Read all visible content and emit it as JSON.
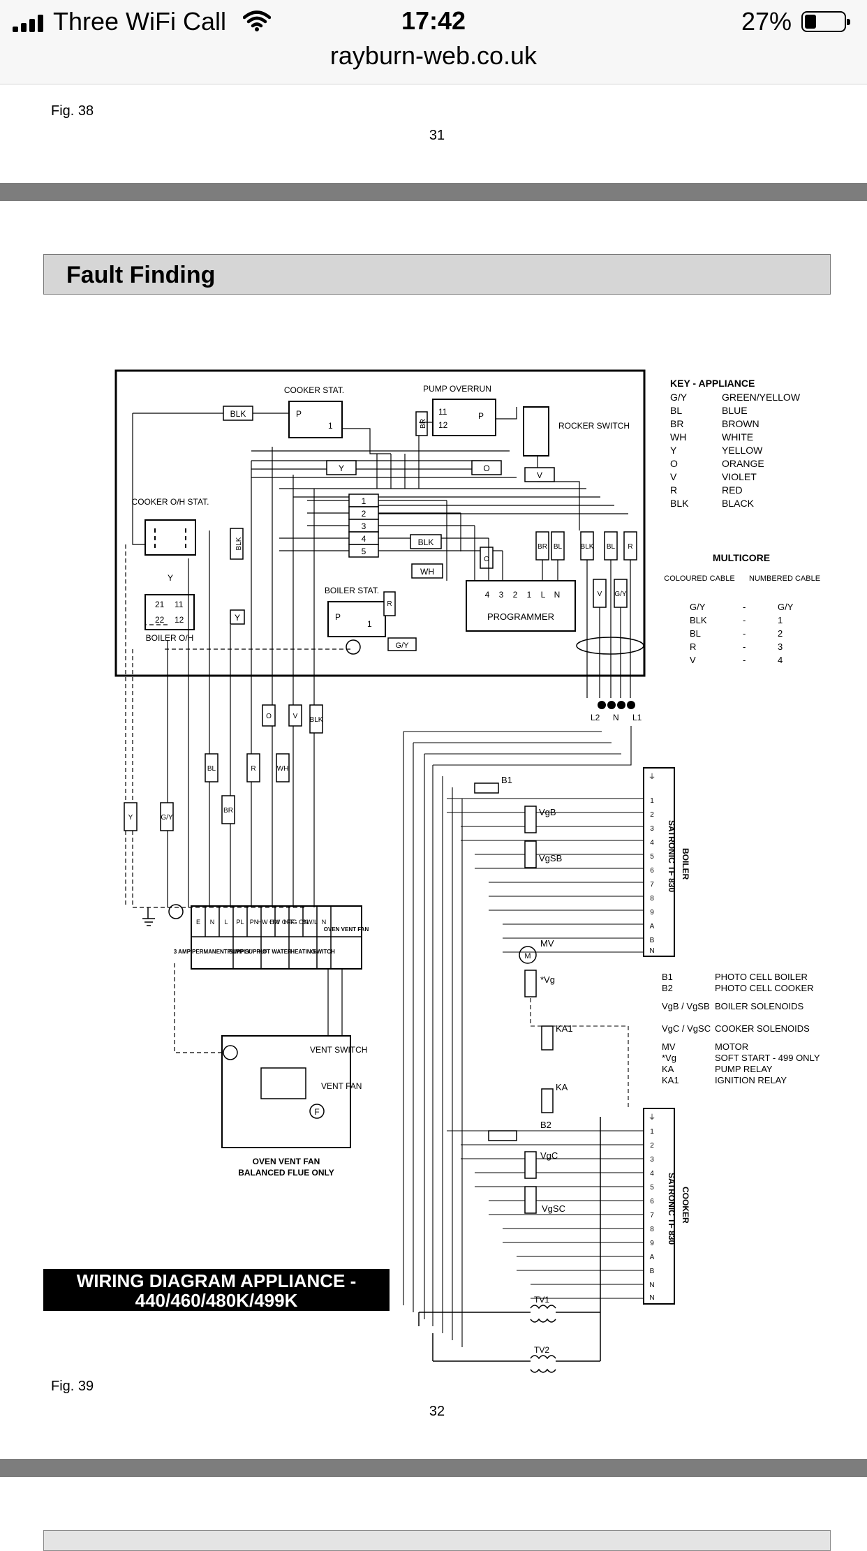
{
  "status_bar": {
    "carrier": "Three WiFi Call",
    "time": "17:42",
    "battery": "27%"
  },
  "url_bar": {
    "url": "rayburn-web.co.uk"
  },
  "page_top": {
    "fig_label": "Fig. 38",
    "page_number": "31"
  },
  "section": {
    "title": "Fault Finding"
  },
  "diagram": {
    "title_line1": "WIRING DIAGRAM APPLIANCE -",
    "title_line2": "440/460/480K/499K",
    "labels": {
      "cooker_stat": "COOKER STAT.",
      "pump_overrun": "PUMP OVERRUN",
      "rocker_switch": "ROCKER SWITCH",
      "cooker_oh_stat": "COOKER O/H STAT.",
      "boiler_stat": "BOILER STAT.",
      "boiler_oh": "BOILER O/H",
      "programmer": "PROGRAMMER",
      "oven_vent_fan": "OVEN VENT FAN",
      "balanced_flue": "BALANCED FLUE ONLY",
      "vent_switch": "VENT SWITCH",
      "vent_fan": "VENT FAN",
      "boiler_block": "BOILER",
      "cooker_block": "COOKER",
      "satronic": "SATRONIC TF 830",
      "tv1": "TV1",
      "tv2": "TV2"
    },
    "key_title": "KEY - APPLIANCE",
    "key": [
      {
        "code": "G/Y",
        "name": "GREEN/YELLOW"
      },
      {
        "code": "BL",
        "name": "BLUE"
      },
      {
        "code": "BR",
        "name": "BROWN"
      },
      {
        "code": "WH",
        "name": "WHITE"
      },
      {
        "code": "Y",
        "name": "YELLOW"
      },
      {
        "code": "O",
        "name": "ORANGE"
      },
      {
        "code": "V",
        "name": "VIOLET"
      },
      {
        "code": "R",
        "name": "RED"
      },
      {
        "code": "BLK",
        "name": "BLACK"
      }
    ],
    "multicore_title": "MULTICORE",
    "multicore_headers": [
      "COLOURED CABLE",
      "NUMBERED CABLE"
    ],
    "multicore": [
      {
        "coloured": "G/Y",
        "numbered": "G/Y"
      },
      {
        "coloured": "BLK",
        "numbered": "1"
      },
      {
        "coloured": "BL",
        "numbered": "2"
      },
      {
        "coloured": "R",
        "numbered": "3"
      },
      {
        "coloured": "V",
        "numbered": "4"
      }
    ],
    "components": [
      {
        "code": "B1",
        "desc": "PHOTO CELL BOILER"
      },
      {
        "code": "B2",
        "desc": "PHOTO CELL COOKER"
      },
      {
        "code": "VgB / VgSB",
        "desc": "BOILER SOLENOIDS"
      },
      {
        "code": "VgC / VgSC",
        "desc": "COOKER SOLENOIDS"
      },
      {
        "code": "MV",
        "desc": "MOTOR"
      },
      {
        "code": "*Vg",
        "desc": "SOFT START - 499 ONLY"
      },
      {
        "code": "KA",
        "desc": "PUMP RELAY"
      },
      {
        "code": "KA1",
        "desc": "IGNITION RELAY"
      }
    ],
    "terminal_labels": [
      "E",
      "N",
      "L",
      "PL",
      "PN",
      "HW ON",
      "HW OFF",
      "HTG ON",
      "SW/L",
      "N"
    ],
    "terminal_groups": [
      "3 AMP PERMANENT SUPPLY",
      "PUMP SUPPLY",
      "HOT WATER",
      "HEATING",
      "SWITCH",
      "OVEN VENT FAN"
    ]
  },
  "page_bottom": {
    "fig_label": "Fig. 39",
    "page_number": "32"
  }
}
